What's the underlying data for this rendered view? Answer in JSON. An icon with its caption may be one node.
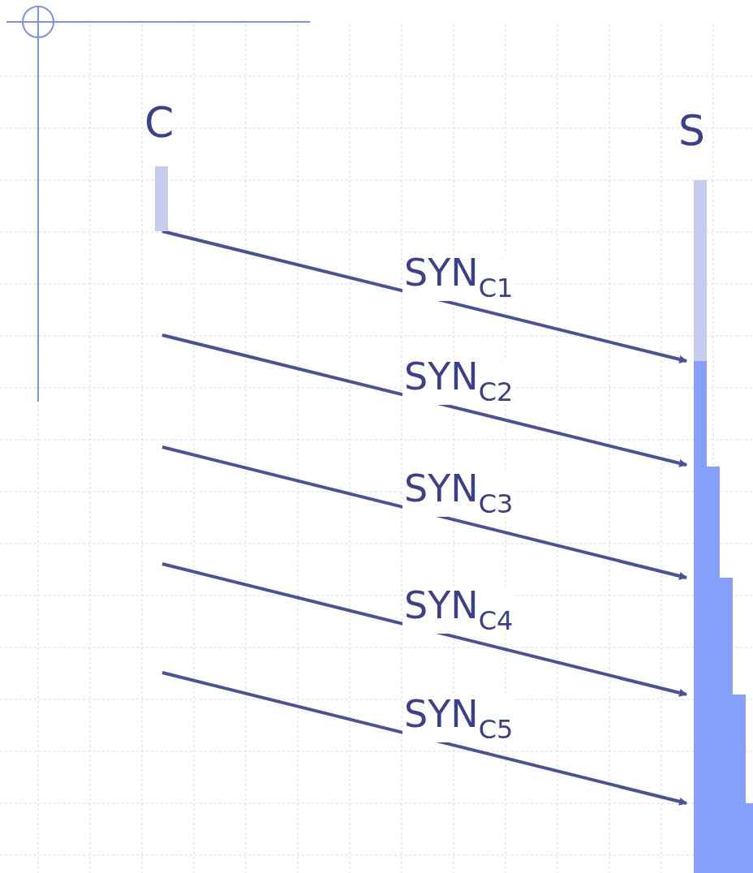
{
  "diagram": {
    "nodes": [
      {
        "text": [
          "C"
        ]
      },
      {
        "text": [
          "S"
        ]
      }
    ],
    "edges": [
      {
        "from": 0,
        "to": 1,
        "arrow": "to",
        "label": "SYN$_{C1}$"
      },
      {
        "from": null,
        "to": 1,
        "arrow": "to",
        "label": "SYN$_{C2}$"
      },
      {
        "from": null,
        "to": 1,
        "arrow": "to",
        "label": "SYN$_{C3}$"
      },
      {
        "from": null,
        "to": 1,
        "arrow": "to",
        "label": "SYN$_{C4}$"
      },
      {
        "from": null,
        "to": 1,
        "arrow": "to",
        "label": "SYN$_{C5}$"
      }
    ]
  }
}
